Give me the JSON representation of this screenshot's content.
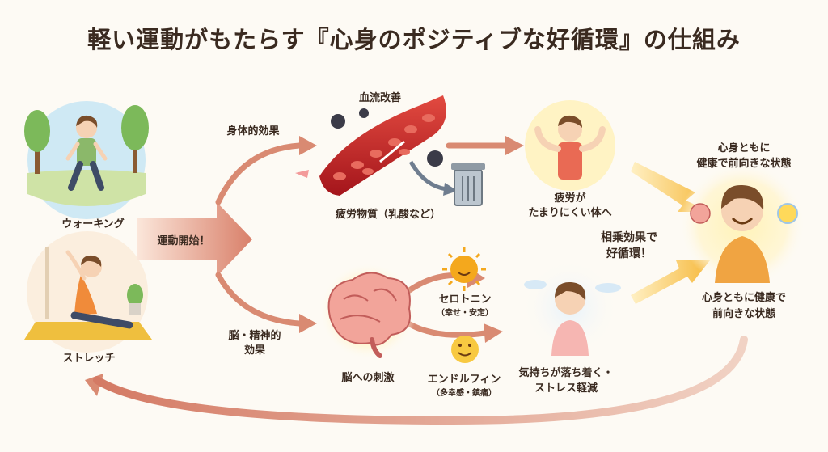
{
  "title": "軽い運動がもたらす『心身のポジティブな好循環』の仕組み",
  "activities": {
    "walking": "ウォーキング",
    "stretch": "ストレッチ"
  },
  "start_label": "運動開始！",
  "physical": {
    "branch_label": "身体的効果",
    "blood_flow": "血流改善",
    "fatigue_substance": "疲労物質（乳酸など）",
    "result_line1": "疲労が",
    "result_line2": "たまりにくい体へ"
  },
  "mental": {
    "branch_label_line1": "脳・精神的",
    "branch_label_line2": "効果",
    "brain_stim": "脳への刺激",
    "serotonin": "セロトニン",
    "serotonin_sub": "（幸せ・安定）",
    "endorphin": "エンドルフィン",
    "endorphin_sub": "（多幸感・鎮痛）",
    "result_line1": "気持ちが落ち着く・",
    "result_line2": "ストレス軽減"
  },
  "synergy_line1": "相乗効果で",
  "synergy_line2": "好循環！",
  "goal_top_line1": "心身ともに",
  "goal_top_line2": "健康で前向きな状態",
  "goal_bottom_line1": "心身ともに健康で",
  "goal_bottom_line2": "前向きな状態",
  "colors": {
    "arrow": "#d98a72",
    "blood": "#c8282a",
    "sun": "#f4a81d",
    "title": "#3a2a20"
  }
}
